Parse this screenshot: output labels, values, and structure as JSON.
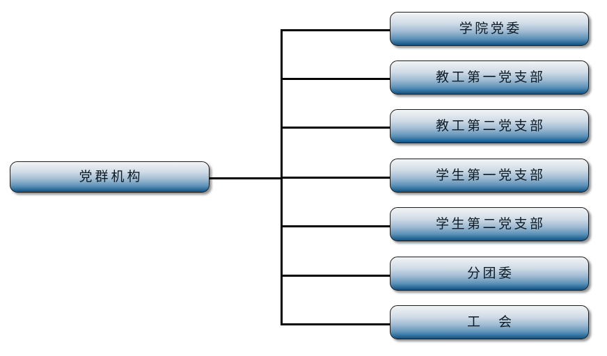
{
  "diagram": {
    "type": "organization-chart",
    "orientation": "horizontal-right",
    "background_color": "#ffffff",
    "line_color": "#000000",
    "node_style": {
      "gradient_top_color": "#f2f5f7",
      "gradient_bottom_color": "#14527f",
      "border_color": "#1a1a1a",
      "text_color": "#0d1b26",
      "shadow_color": "#000000"
    },
    "root": {
      "label": "党群机构"
    },
    "children": [
      {
        "label": "学院党委"
      },
      {
        "label": "教工第一党支部"
      },
      {
        "label": "教工第二党支部"
      },
      {
        "label": "学生第一党支部"
      },
      {
        "label": "学生第二党支部"
      },
      {
        "label": "分团委"
      },
      {
        "label": "工　会"
      }
    ]
  }
}
